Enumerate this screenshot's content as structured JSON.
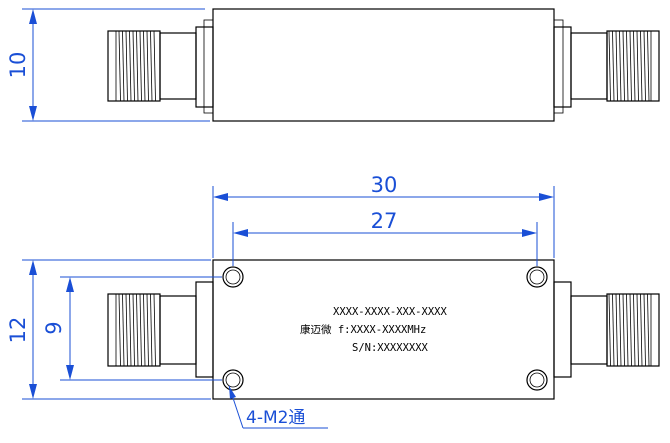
{
  "dimensions": {
    "top_height": "10",
    "overall_length": "30",
    "hole_spacing": "27",
    "body_height": "12",
    "hole_vertical_spacing": "9"
  },
  "label": {
    "part_number": "XXXX-XXXX-XXX-XXXX",
    "brand_freq": "康迈微 f:XXXX-XXXXMHz",
    "serial": "S/N:XXXXXXXX"
  },
  "hole_note": "4-M2通",
  "colors": {
    "outline": "#000000",
    "dimension": "#1a4fd6"
  }
}
